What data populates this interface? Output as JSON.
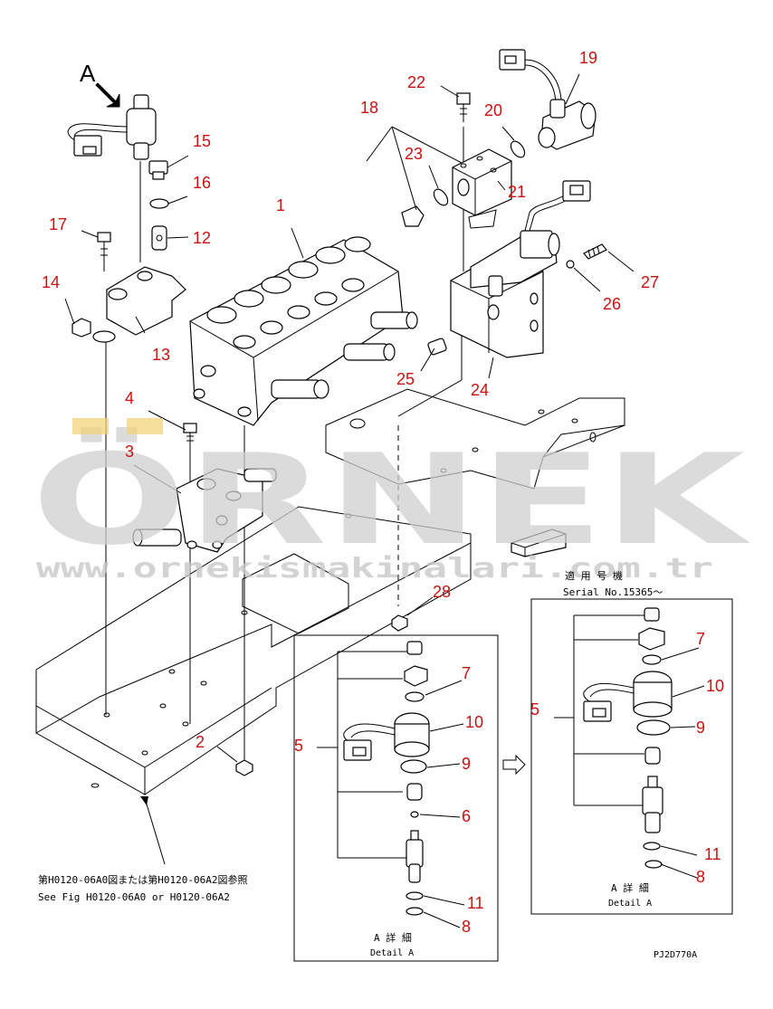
{
  "view_label": "A",
  "part_numbers": {
    "p1": "1",
    "p2": "2",
    "p3": "3",
    "p4": "4",
    "p5_left": "5",
    "p5_right": "5",
    "p6": "6",
    "p7_left": "7",
    "p7_right": "7",
    "p8_left": "8",
    "p8_right": "8",
    "p9_left": "9",
    "p9_right": "9",
    "p10_left": "10",
    "p10_right": "10",
    "p11_left": "11",
    "p11_right": "11",
    "p12": "12",
    "p13": "13",
    "p14": "14",
    "p15": "15",
    "p16": "16",
    "p17": "17",
    "p18": "18",
    "p19": "19",
    "p20": "20",
    "p21": "21",
    "p22": "22",
    "p23": "23",
    "p24": "24",
    "p25": "25",
    "p26": "26",
    "p27": "27",
    "p28": "28"
  },
  "notes": {
    "see_fig_jp": "第H0120-06A0図または第H0120-06A2図参照",
    "see_fig_en": "See Fig H0120-06A0 or H0120-06A2",
    "serial_jp": "適 用 号 機",
    "serial_en": "Serial No.15365～",
    "detail_left_jp": "A 詳 細",
    "detail_left_en": "Detail A",
    "detail_right_jp": "A 詳 細",
    "detail_right_en": "Detail A",
    "drawing_code": "PJ2D770A"
  },
  "watermark": {
    "brand": "ÖRNEK",
    "url": "www.ornekismakinalari.com.tr"
  },
  "colors": {
    "line": "#000000",
    "callout": "#cc1111",
    "watermark": "#cfcfcf",
    "watermark_accent": "#f2d27a"
  }
}
